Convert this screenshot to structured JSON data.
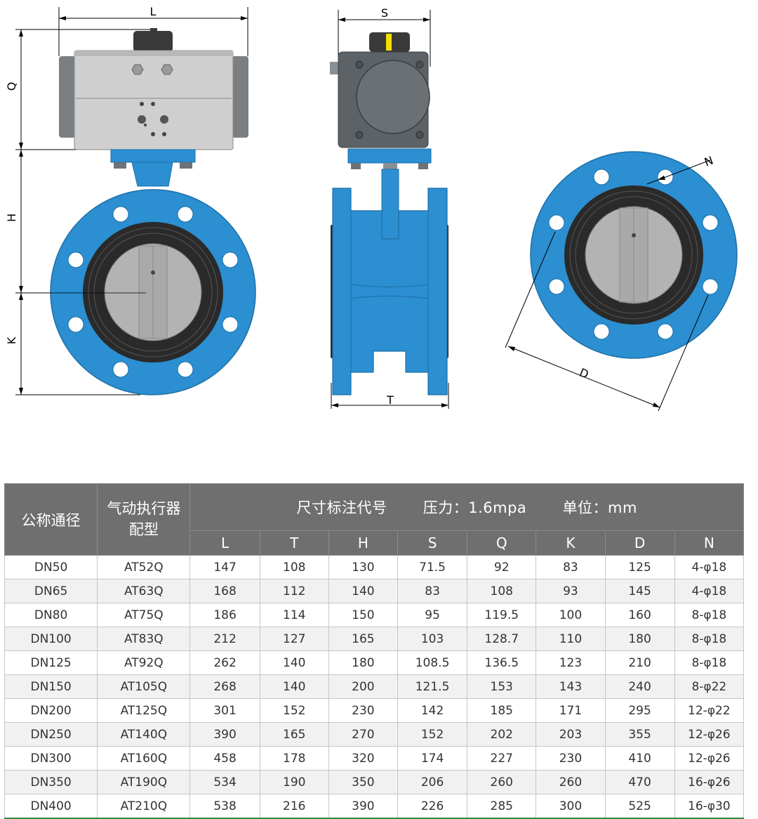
{
  "drawing": {
    "dimension_labels": {
      "L": "L",
      "Q": "Q",
      "H": "H",
      "K": "K",
      "S": "S",
      "T": "T",
      "N": "N",
      "D": "D"
    },
    "colors": {
      "body_blue": "#2b8fd1",
      "actuator_grey": "#c9c9c9",
      "liner_black": "#2a2a2a",
      "disc_grey": "#b3b3b3",
      "gearbox_dark": "#5d6266",
      "indicator_yellow": "#f5e000"
    }
  },
  "table": {
    "header": {
      "nominal": "公称通径",
      "actuator": "气动执行器配型",
      "dims_title": "尺寸标注代号",
      "pressure": "压力：1.6mpa",
      "unit": "单位：mm"
    },
    "columns": [
      "L",
      "T",
      "H",
      "S",
      "Q",
      "K",
      "D",
      "N"
    ],
    "rows": [
      [
        "DN50",
        "AT52Q",
        "147",
        "108",
        "130",
        "71.5",
        "92",
        "83",
        "125",
        "4-φ18"
      ],
      [
        "DN65",
        "AT63Q",
        "168",
        "112",
        "140",
        "83",
        "108",
        "93",
        "145",
        "4-φ18"
      ],
      [
        "DN80",
        "AT75Q",
        "186",
        "114",
        "150",
        "95",
        "119.5",
        "100",
        "160",
        "8-φ18"
      ],
      [
        "DN100",
        "AT83Q",
        "212",
        "127",
        "165",
        "103",
        "128.7",
        "110",
        "180",
        "8-φ18"
      ],
      [
        "DN125",
        "AT92Q",
        "262",
        "140",
        "180",
        "108.5",
        "136.5",
        "123",
        "210",
        "8-φ18"
      ],
      [
        "DN150",
        "AT105Q",
        "268",
        "140",
        "200",
        "121.5",
        "153",
        "143",
        "240",
        "8-φ22"
      ],
      [
        "DN200",
        "AT125Q",
        "301",
        "152",
        "230",
        "142",
        "185",
        "171",
        "295",
        "12-φ22"
      ],
      [
        "DN250",
        "AT140Q",
        "390",
        "165",
        "270",
        "152",
        "202",
        "203",
        "355",
        "12-φ26"
      ],
      [
        "DN300",
        "AT160Q",
        "458",
        "178",
        "320",
        "174",
        "227",
        "230",
        "410",
        "12-φ26"
      ],
      [
        "DN350",
        "AT190Q",
        "534",
        "190",
        "350",
        "206",
        "260",
        "260",
        "470",
        "16-φ26"
      ],
      [
        "DN400",
        "AT210Q",
        "538",
        "216",
        "390",
        "226",
        "285",
        "300",
        "525",
        "16-φ30"
      ]
    ]
  }
}
